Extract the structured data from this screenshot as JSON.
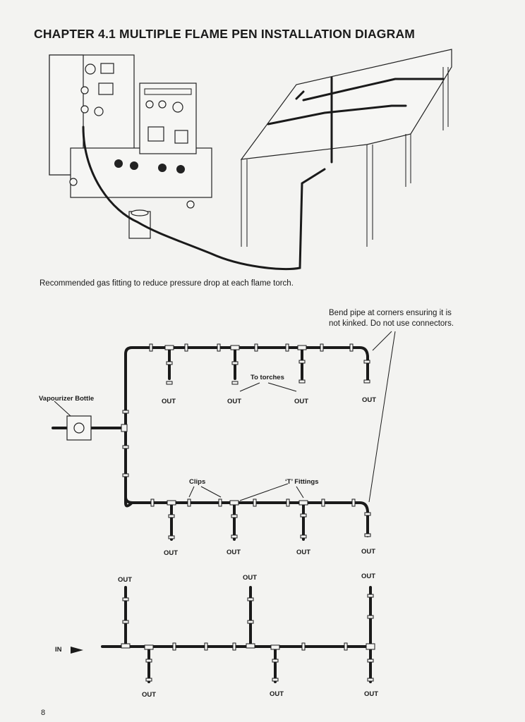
{
  "title": "CHAPTER 4.1  MULTIPLE FLAME PEN INSTALLATION DIAGRAM",
  "caption": "Recommended gas fitting to reduce pressure drop at each flame torch.",
  "upper_diagram": {
    "bend_note_line1": "Bend pipe at corners ensuring it is",
    "bend_note_line2": "not kinked. Do not use connectors.",
    "vapourizer_label": "Vapourizer Bottle",
    "to_torches_label": "To torches",
    "clips_label": "Clips",
    "t_fittings_label": "‘T’ Fittings",
    "top_outlets": [
      "OUT",
      "OUT",
      "OUT",
      "OUT"
    ],
    "bottom_outlets": [
      "OUT",
      "OUT",
      "OUT",
      "OUT"
    ]
  },
  "lower_diagram": {
    "in_label": "IN",
    "top_outlets": [
      "OUT",
      "OUT",
      "OUT"
    ],
    "bottom_outlets": [
      "OUT",
      "OUT",
      "OUT"
    ]
  },
  "page_number": "8"
}
